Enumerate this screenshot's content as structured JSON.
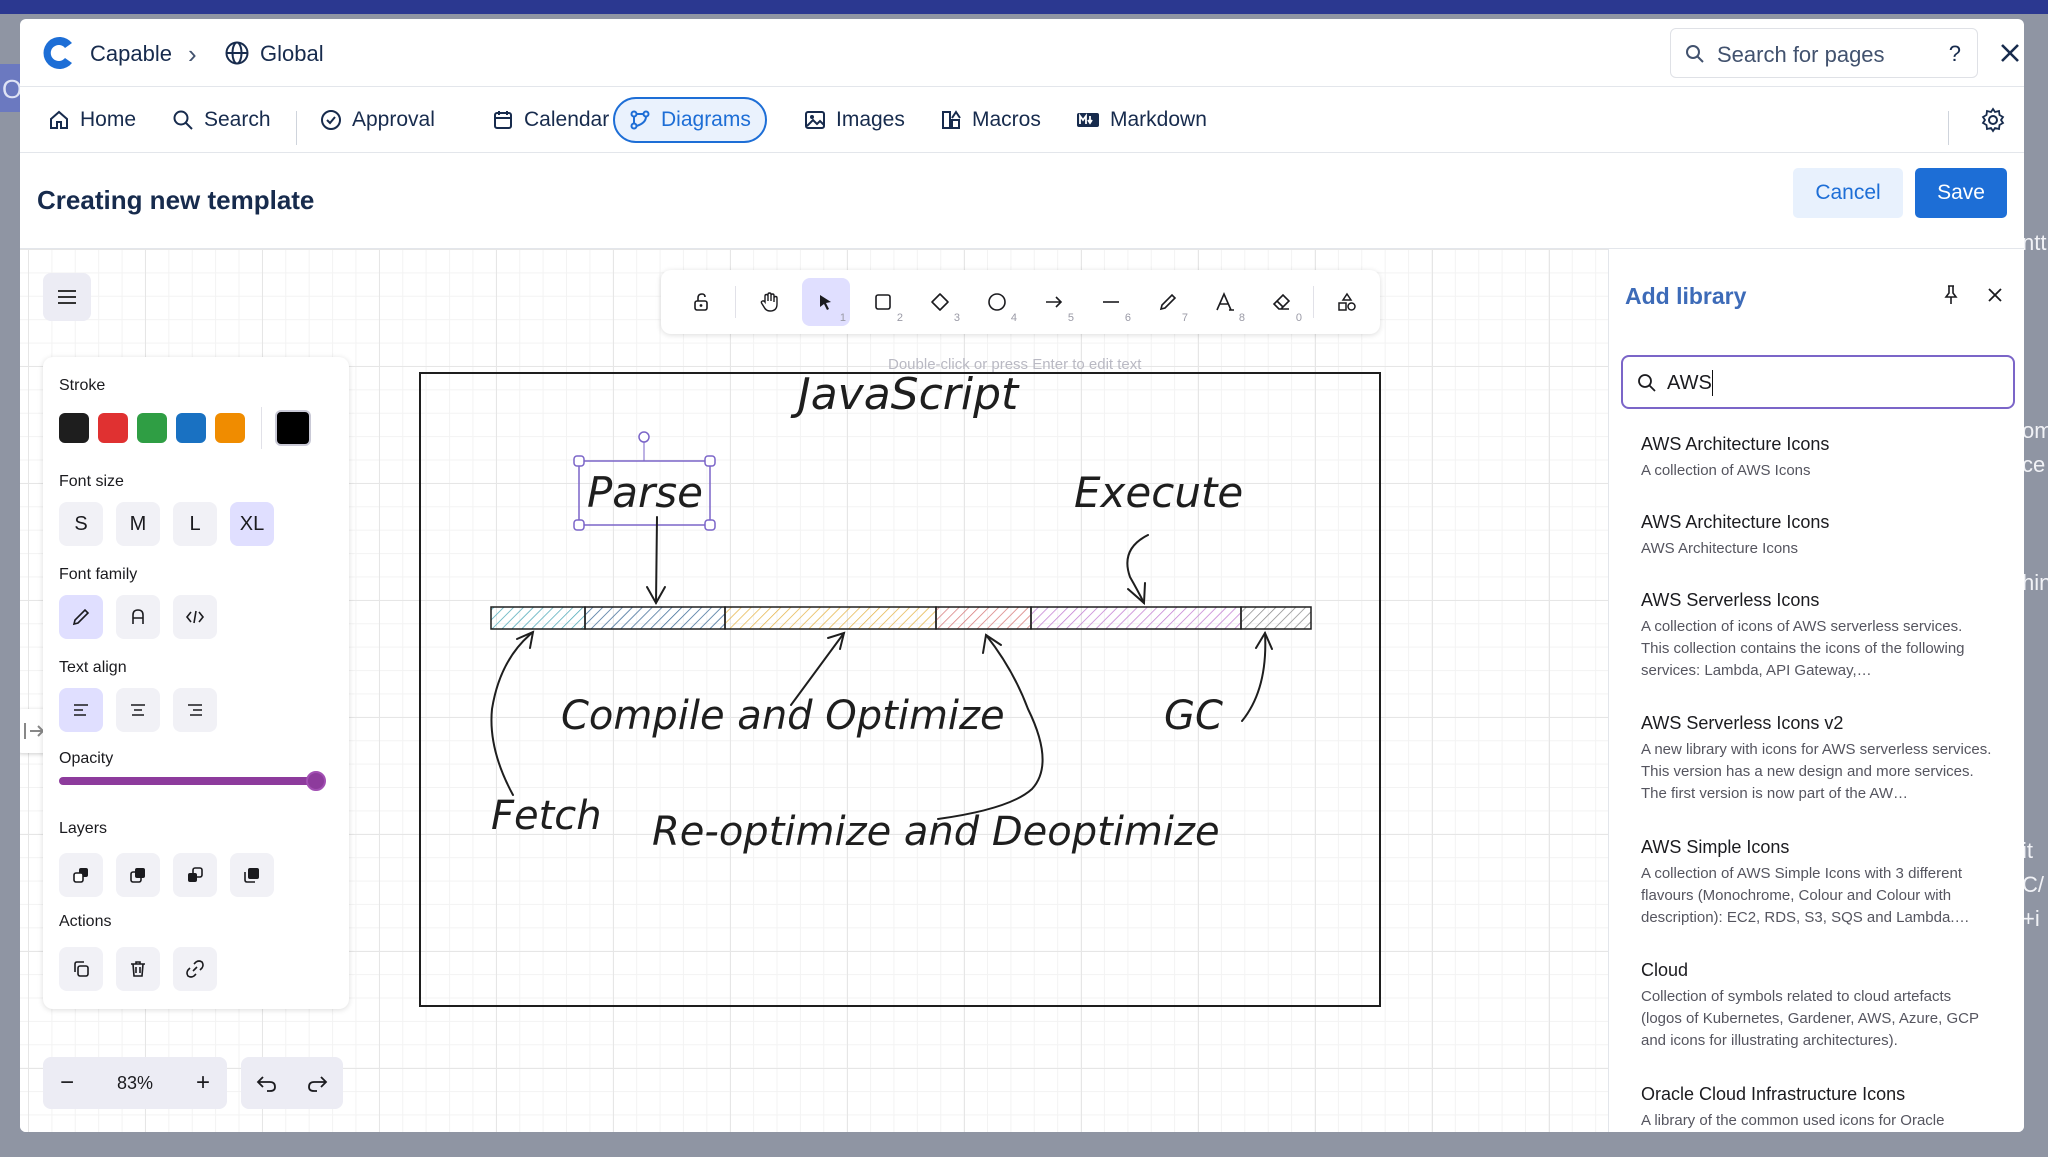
{
  "window": {
    "brand": "Capable",
    "breadcrumb": "Global",
    "search_placeholder": "Search for pages",
    "help": "?"
  },
  "nav": {
    "items": [
      {
        "label": "Home",
        "icon": "home-icon"
      },
      {
        "label": "Search",
        "icon": "search-icon"
      },
      {
        "label": "Approval",
        "icon": "check-circle-icon"
      },
      {
        "label": "Calendar",
        "icon": "calendar-icon"
      },
      {
        "label": "Diagrams",
        "icon": "diagram-icon",
        "active": true
      },
      {
        "label": "Images",
        "icon": "image-icon"
      },
      {
        "label": "Macros",
        "icon": "macros-icon"
      },
      {
        "label": "Markdown",
        "icon": "markdown-icon"
      }
    ]
  },
  "editor": {
    "title": "Creating new template",
    "cancel": "Cancel",
    "save": "Save"
  },
  "props": {
    "stroke": "Stroke",
    "stroke_colors": [
      "#1e1e1e",
      "#e03131",
      "#2f9e44",
      "#1971c2",
      "#f08c00"
    ],
    "stroke_selected": "#000000",
    "font_size": "Font size",
    "font_sizes": [
      "S",
      "M",
      "L",
      "XL"
    ],
    "font_size_selected": "XL",
    "font_family": "Font family",
    "text_align": "Text align",
    "opacity": "Opacity",
    "opacity_value": 100,
    "layers": "Layers",
    "actions": "Actions"
  },
  "toolbar": {
    "tools": [
      {
        "name": "lock-icon",
        "key": ""
      },
      {
        "name": "hand-icon",
        "key": ""
      },
      {
        "name": "pointer-icon",
        "key": "1",
        "selected": true
      },
      {
        "name": "rectangle-icon",
        "key": "2"
      },
      {
        "name": "diamond-icon",
        "key": "3"
      },
      {
        "name": "ellipse-icon",
        "key": "4"
      },
      {
        "name": "arrow-icon",
        "key": "5"
      },
      {
        "name": "line-icon",
        "key": "6"
      },
      {
        "name": "pencil-icon",
        "key": "7"
      },
      {
        "name": "text-icon",
        "key": "8"
      },
      {
        "name": "eraser-icon",
        "key": "0"
      },
      {
        "name": "shapes-library-icon",
        "key": ""
      }
    ],
    "hint": "Double-click or press Enter to edit text"
  },
  "drawing": {
    "title": "JavaScript",
    "labels": {
      "parse": "Parse",
      "execute": "Execute",
      "compile": "Compile and Optimize",
      "gc": "GC",
      "fetch": "Fetch",
      "reoptimize": "Re-optimize and Deoptimize"
    }
  },
  "zoom": {
    "minus": "−",
    "value": "83%",
    "plus": "+"
  },
  "library": {
    "title": "Add library",
    "search_value": "AWS",
    "items": [
      {
        "title": "AWS Architecture Icons",
        "desc": "A collection of AWS Icons"
      },
      {
        "title": "AWS Architecture Icons",
        "desc": "AWS Architecture Icons"
      },
      {
        "title": "AWS Serverless Icons",
        "desc": "A collection of icons of AWS serverless services. This collection contains the icons of the following services: Lambda, API Gateway,…"
      },
      {
        "title": "AWS Serverless Icons v2",
        "desc": "A new library with icons for AWS serverless services. This version has a new design and more services. The first version is now part of the AW…"
      },
      {
        "title": "AWS Simple Icons",
        "desc": "A collection of AWS Simple Icons with 3 different flavours (Monochrome, Colour and Colour with description): EC2, RDS, S3, SQS and Lambda.…"
      },
      {
        "title": "Cloud",
        "desc": "Collection of symbols related to cloud artefacts (logos of Kubernetes, Gardener, AWS, Azure, GCP and icons for illustrating architectures)."
      },
      {
        "title": "Oracle Cloud Infrastructure Icons",
        "desc": "A library of the common used icons for Oracle"
      }
    ]
  },
  "background": {
    "tab": "O",
    "right_fragments": [
      "ntt",
      "om",
      "ce",
      "hin",
      "it",
      "C/",
      "+i"
    ]
  }
}
